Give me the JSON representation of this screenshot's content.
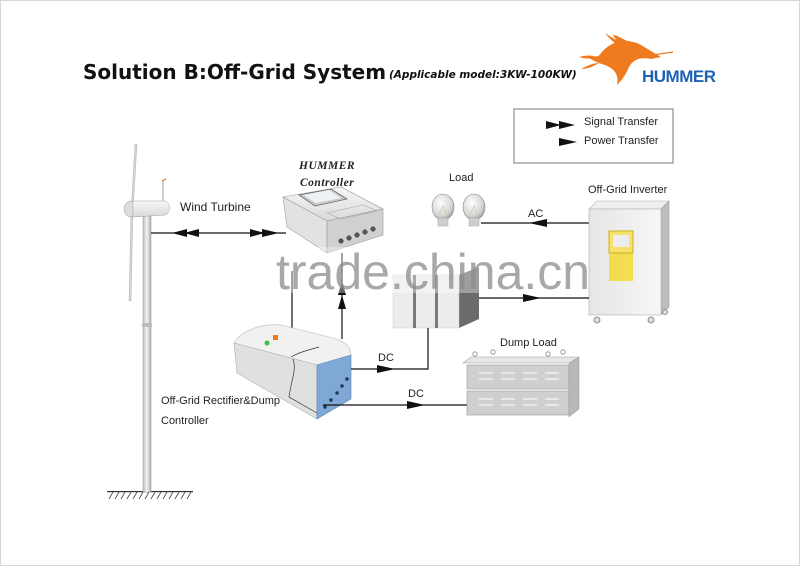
{
  "header": {
    "title": "Solution B:Off-Grid System",
    "subtitle": "(Applicable model:3KW-100KW)"
  },
  "logo": {
    "brand_name": "HUMMER",
    "icon": "hummingbird-icon",
    "bird_color": "#f07a1e",
    "text_color": "#1f62b4"
  },
  "legend": {
    "items": [
      {
        "icon": "double-arrow-icon",
        "label": "Signal Transfer"
      },
      {
        "icon": "single-arrow-icon",
        "label": "Power Transfer"
      }
    ]
  },
  "components": {
    "wind_turbine": {
      "label": "Wind Turbine",
      "icon": "wind-turbine-icon"
    },
    "controller": {
      "label_line1": "HUMMER",
      "label_line2": "Controller",
      "icon": "controller-icon"
    },
    "load": {
      "label": "Load",
      "icon": "light-bulb-icon"
    },
    "inverter": {
      "label": "Off-Grid Inverter",
      "icon": "inverter-cabinet-icon",
      "panel_color": "#f2dc3c"
    },
    "battery": {
      "icon": "battery-bank-icon"
    },
    "rectifier": {
      "label_line1": "Off-Grid Rectifier&Dump",
      "label_line2": "Controller",
      "icon": "rectifier-controller-icon",
      "accent_color": "#7fa8d6"
    },
    "dump_load": {
      "label": "Dump Load",
      "icon": "dump-load-resistor-icon"
    }
  },
  "connections": {
    "ac_label": "AC",
    "dc_battery_label": "DC",
    "dc_dump_label": "DC"
  },
  "watermark": "trade.china.cn"
}
